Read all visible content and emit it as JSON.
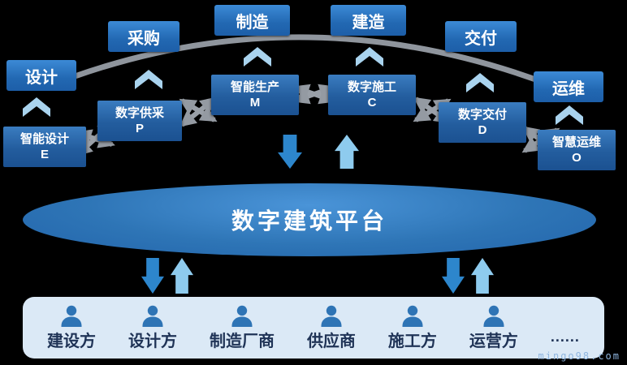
{
  "phases": [
    {
      "label": "设计"
    },
    {
      "label": "采购"
    },
    {
      "label": "制造"
    },
    {
      "label": "建造"
    },
    {
      "label": "交付"
    },
    {
      "label": "运维"
    }
  ],
  "modules": [
    {
      "name": "智能设计",
      "code": "E"
    },
    {
      "name": "数字供采",
      "code": "P"
    },
    {
      "name": "智能生产",
      "code": "M"
    },
    {
      "name": "数字施工",
      "code": "C"
    },
    {
      "name": "数字交付",
      "code": "D"
    },
    {
      "name": "智慧运维",
      "code": "O"
    }
  ],
  "platform": {
    "title": "数字建筑平台"
  },
  "stakeholders": [
    {
      "label": "建设方"
    },
    {
      "label": "设计方"
    },
    {
      "label": "制造厂商"
    },
    {
      "label": "供应商"
    },
    {
      "label": "施工方"
    },
    {
      "label": "运营方"
    }
  ],
  "ellipsis": "......",
  "watermark": "mingo98.com",
  "colors": {
    "background": "#000000",
    "phase_box": "#2e75b6",
    "module_box": "#235d9e",
    "chevron": "#a9d3ee",
    "arrow_blue": "#2d86cc",
    "arrow_light": "#8ecbee",
    "connector_gray": "#949aa2",
    "platform_ellipse": "#2e75b6",
    "stakeholder_bar": "#dbe9f6",
    "person_icon": "#2e74b5",
    "label_text": "#1f3356"
  }
}
